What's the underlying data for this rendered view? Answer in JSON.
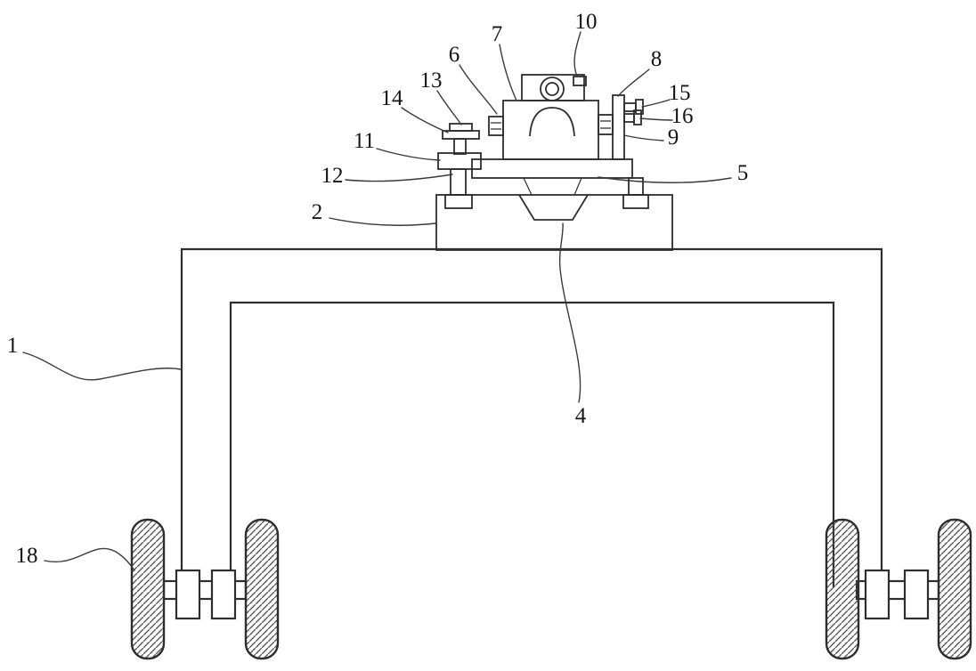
{
  "figure": {
    "type": "patent-line-drawing",
    "background_color": "#ffffff",
    "line_color": "#2e2e2e",
    "labels": {
      "n1": "1",
      "n2": "2",
      "n4": "4",
      "n5": "5",
      "n6": "6",
      "n7": "7",
      "n8": "8",
      "n9": "9",
      "n10": "10",
      "n11": "11",
      "n12": "12",
      "n13": "13",
      "n14": "14",
      "n15": "15",
      "n16": "16",
      "n18": "18"
    }
  }
}
